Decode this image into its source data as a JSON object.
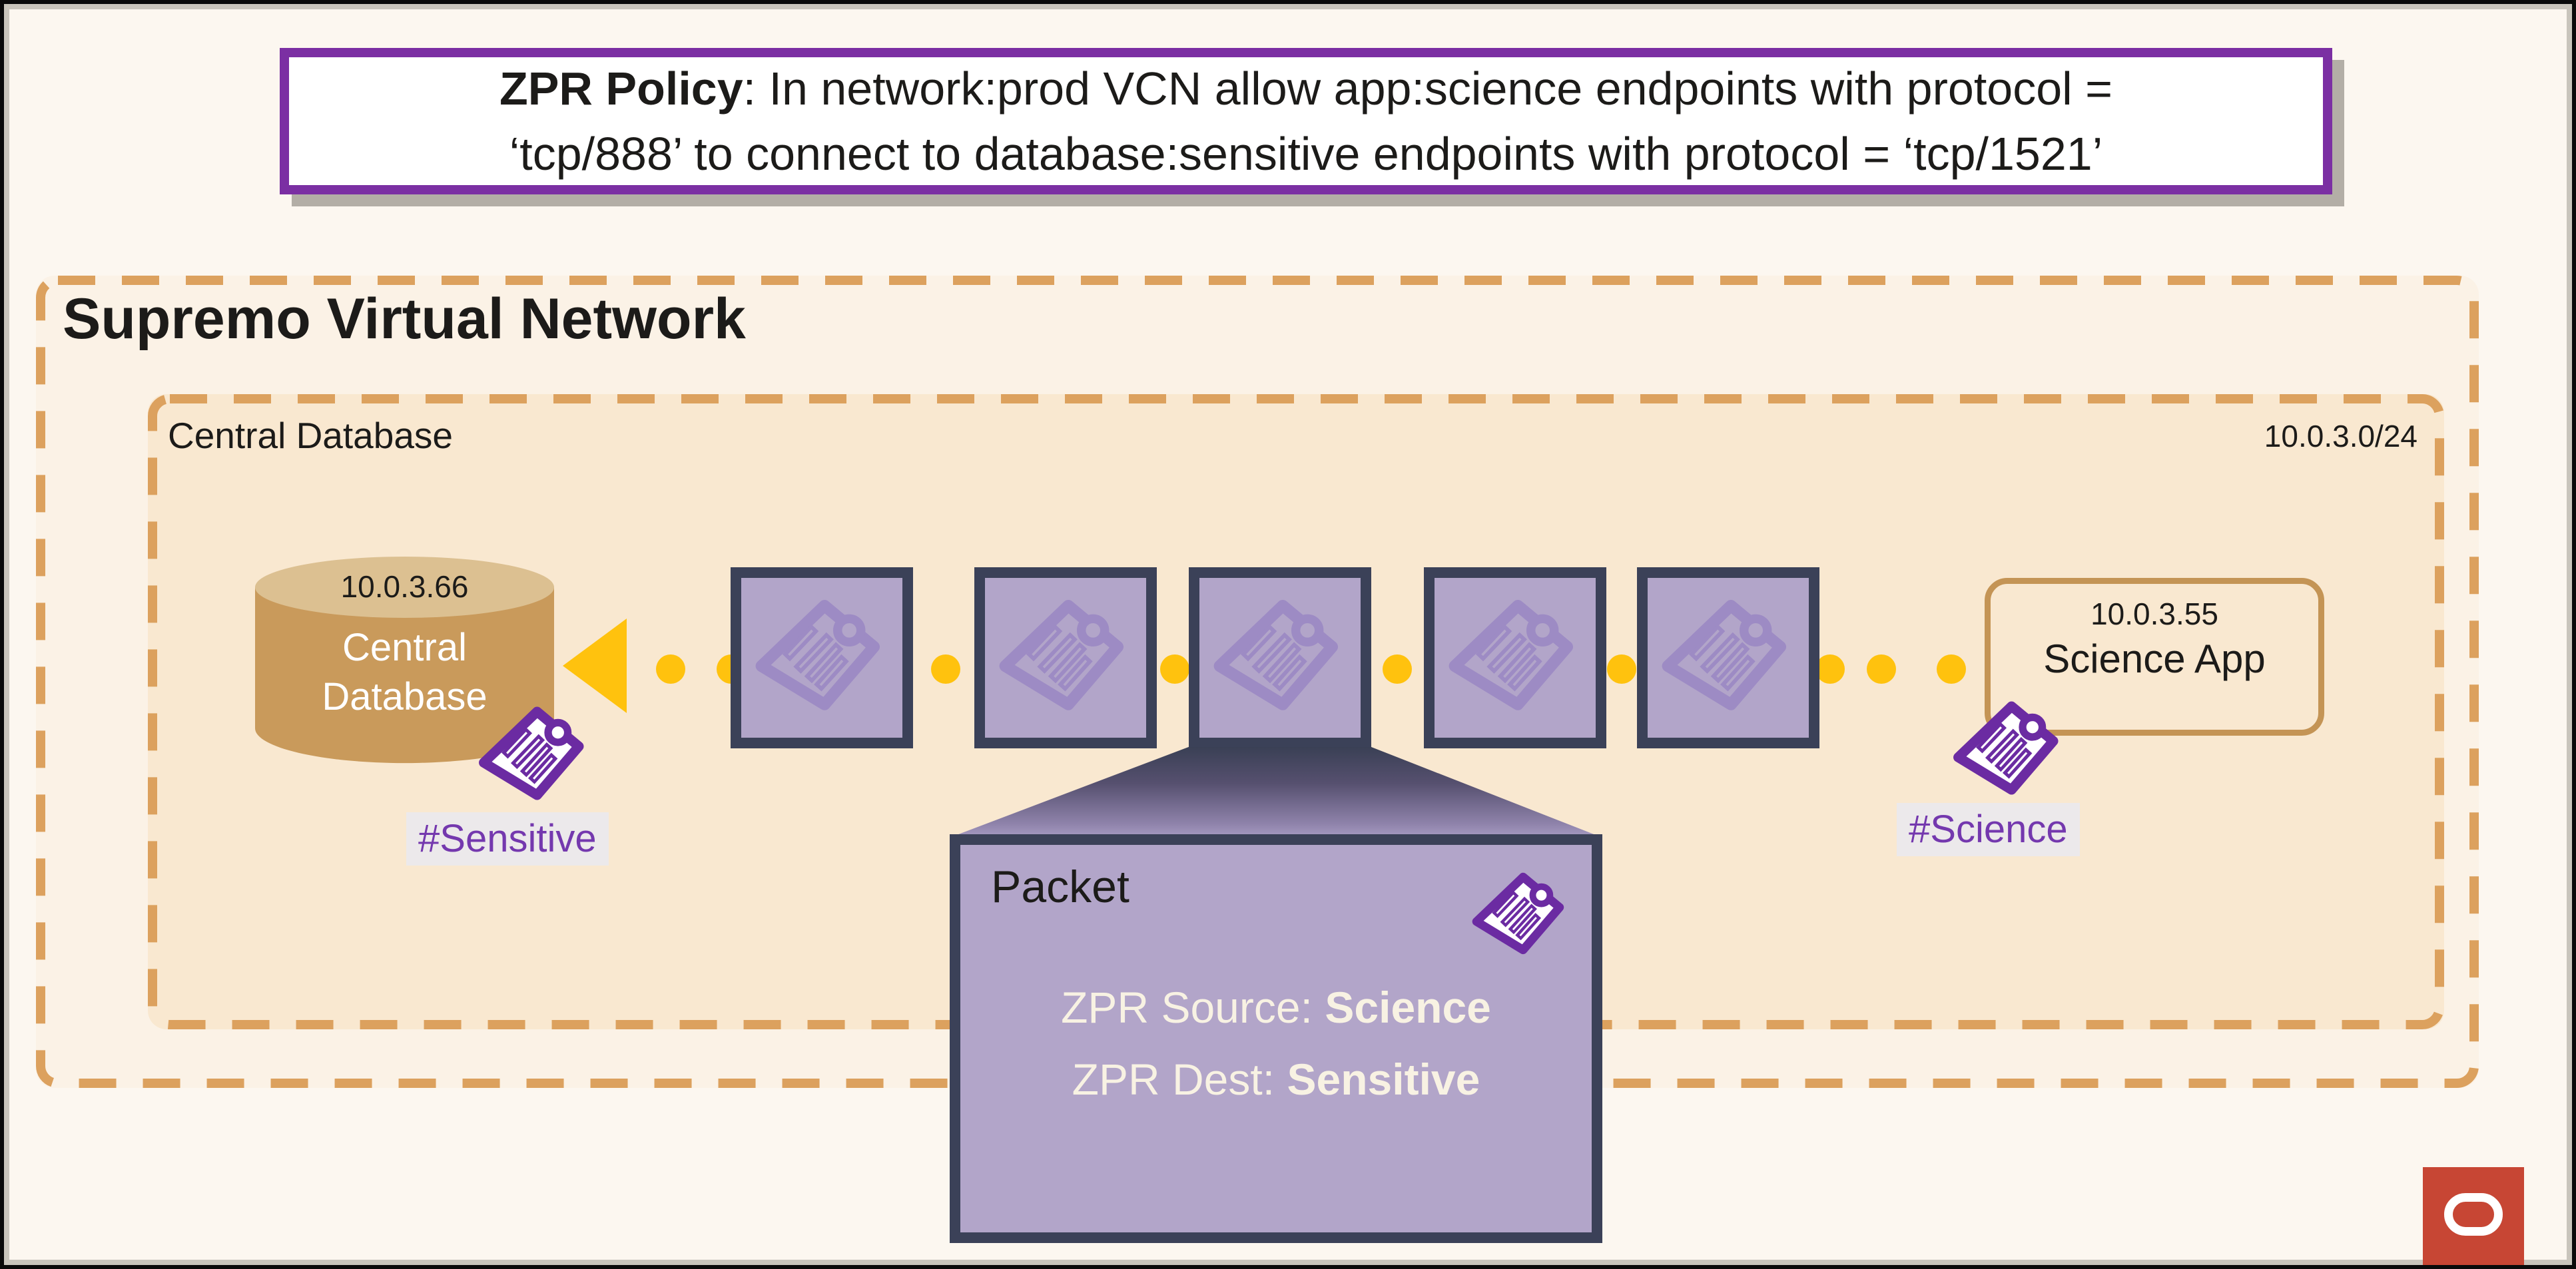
{
  "policy": {
    "title_bold": "ZPR Policy",
    "line1_rest": ": In network:prod VCN allow app:science endpoints with protocol =",
    "line2": "‘tcp/888’ to connect to database:sensitive endpoints with protocol = ‘tcp/1521’"
  },
  "vcn": {
    "title": "Supremo Virtual Network"
  },
  "subnet": {
    "title": "Central Database",
    "cidr": "10.0.3.0/24"
  },
  "database": {
    "ip": "10.0.3.66",
    "name_line1": "Central",
    "name_line2": "Database",
    "tag": "#Sensitive"
  },
  "science_app": {
    "ip": "10.0.3.55",
    "name": "Science App",
    "tag": "#Science"
  },
  "packet_detail": {
    "title": "Packet",
    "source_label": "ZPR Source:",
    "source_value": "Science",
    "dest_label": "ZPR Dest:",
    "dest_value": "Sensitive"
  },
  "flow": {
    "packet_count": 5,
    "direction": "right-to-left"
  },
  "colors": {
    "accent_purple": "#6B2BA2",
    "policy_border_purple": "#7B2FA3",
    "dash_tan": "#DCA15E",
    "flow_yellow": "#FFC20E",
    "packet_fill": "#B2A5C9",
    "packet_border_navy": "#3B4158",
    "cylinder_tan": "#C99A5B",
    "cylinder_top_tan": "#DCC091",
    "subnet_fill": "#F9E8D0",
    "vcn_fill": "#FBF2E6",
    "tag_label_purple": "#7438AE",
    "oracle_red": "#C74634"
  },
  "logo": {
    "name": "oracle"
  }
}
